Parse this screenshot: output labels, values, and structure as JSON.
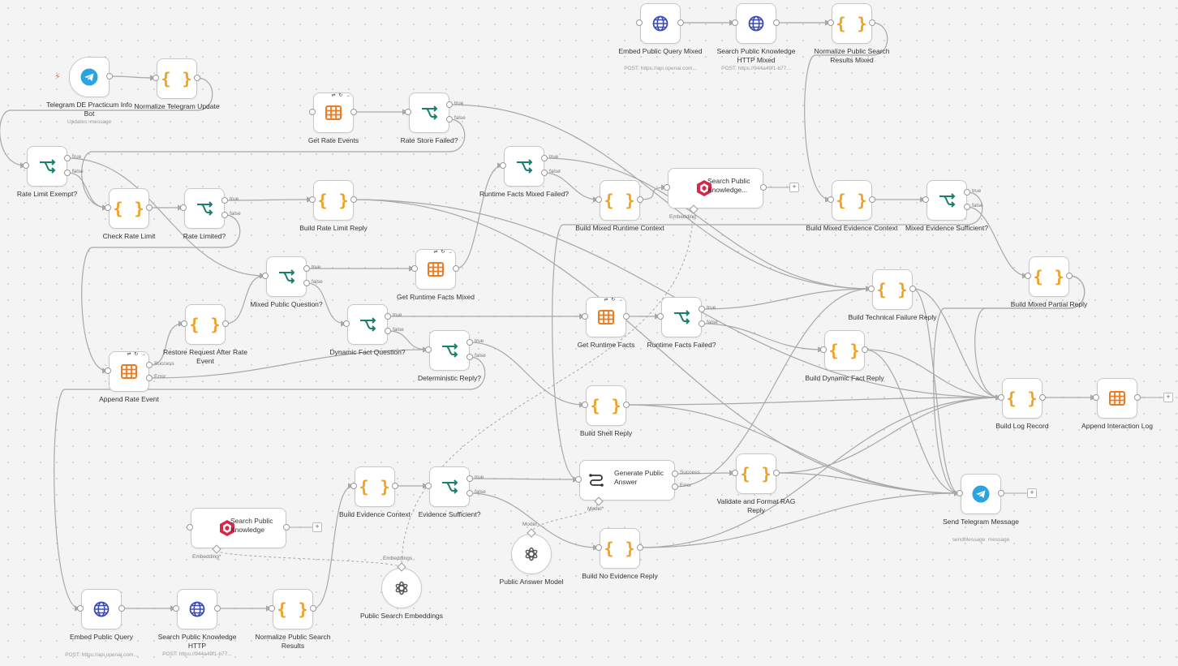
{
  "workflow": {
    "nodes": [
      {
        "id": "tg_trigger",
        "name": "Telegram DE Practicum Info Bot",
        "sub": "Updates: message",
        "icon": "telegram-icon",
        "kind": "trigger"
      },
      {
        "id": "norm_tg",
        "name": "Normalize Telegram Update",
        "icon": "code-icon"
      },
      {
        "id": "get_rate",
        "name": "Get Rate Events",
        "icon": "table-icon",
        "mini": true
      },
      {
        "id": "rate_store_failed",
        "name": "Rate Store Failed?",
        "icon": "if-icon",
        "kind": "if"
      },
      {
        "id": "rate_exempt",
        "name": "Rate Limit Exempt?",
        "icon": "if-icon",
        "kind": "if"
      },
      {
        "id": "check_rate",
        "name": "Check Rate Limit",
        "icon": "code-icon"
      },
      {
        "id": "rate_limited",
        "name": "Rate Limited?",
        "icon": "if-icon",
        "kind": "if"
      },
      {
        "id": "build_rate_reply",
        "name": "Build Rate Limit Reply",
        "icon": "code-icon"
      },
      {
        "id": "mixed_q",
        "name": "Mixed Public Question?",
        "icon": "if-icon",
        "kind": "if"
      },
      {
        "id": "get_rt_mixed",
        "name": "Get Runtime Facts Mixed",
        "icon": "table-icon",
        "mini": true
      },
      {
        "id": "restore_req",
        "name": "Restore Request After Rate Event",
        "icon": "code-icon"
      },
      {
        "id": "append_rate",
        "name": "Append Rate Event",
        "icon": "table-icon",
        "kind": "success_error",
        "mini": true
      },
      {
        "id": "dyn_fact",
        "name": "Dynamic Fact Question?",
        "icon": "if-icon",
        "kind": "if"
      },
      {
        "id": "determ",
        "name": "Deterministic Reply?",
        "icon": "if-icon",
        "kind": "if"
      },
      {
        "id": "rt_mixed_failed",
        "name": "Runtime Facts Mixed Failed?",
        "icon": "if-icon",
        "kind": "if"
      },
      {
        "id": "build_mixed_rt",
        "name": "Build Mixed Runtime Context",
        "icon": "code-icon"
      },
      {
        "id": "search_mixed_vec",
        "name": "Search Public Knowledge...",
        "icon": "vector-store-icon",
        "kind": "wide",
        "embedding": "Embedding"
      },
      {
        "id": "get_rt",
        "name": "Get Runtime Facts",
        "icon": "table-icon",
        "mini": true
      },
      {
        "id": "rt_failed",
        "name": "Runtime Facts Failed?",
        "icon": "if-icon",
        "kind": "if"
      },
      {
        "id": "build_shell",
        "name": "Build Shell Reply",
        "icon": "code-icon"
      },
      {
        "id": "embed_mixed",
        "name": "Embed Public Query Mixed",
        "sub": "POST: https://api.openai.com...",
        "icon": "globe-icon"
      },
      {
        "id": "search_http_mixed",
        "name": "Search Public Knowledge HTTP Mixed",
        "sub": "POST: https://944a49f1-b77...",
        "icon": "globe-icon"
      },
      {
        "id": "norm_search_mixed",
        "name": "Normalize Public Search Results Mixed",
        "icon": "code-icon"
      },
      {
        "id": "build_mixed_ev",
        "name": "Build Mixed Evidence Context",
        "icon": "code-icon"
      },
      {
        "id": "mixed_ev_suff",
        "name": "Mixed Evidence Sufficient?",
        "icon": "if-icon",
        "kind": "if"
      },
      {
        "id": "build_mixed_partial",
        "name": "Build Mixed Partial Reply",
        "icon": "code-icon"
      },
      {
        "id": "build_tech_fail",
        "name": "Build Technical Failure Reply",
        "icon": "code-icon"
      },
      {
        "id": "build_dyn_reply",
        "name": "Build Dynamic Fact Reply",
        "icon": "code-icon"
      },
      {
        "id": "build_log",
        "name": "Build Log Record",
        "icon": "code-icon"
      },
      {
        "id": "append_log",
        "name": "Append Interaction Log",
        "icon": "table-icon",
        "plus": true
      },
      {
        "id": "send_tg",
        "name": "Send Telegram Message",
        "sub": "sendMessage: message",
        "icon": "telegram-icon",
        "plus": true
      },
      {
        "id": "gen_answer",
        "name": "Generate Public Answer",
        "icon": "agent-icon",
        "kind": "agent",
        "model": "Model*"
      },
      {
        "id": "validate",
        "name": "Validate and Format RAG Reply",
        "icon": "code-icon"
      },
      {
        "id": "build_no_ev",
        "name": "Build No Evidence Reply",
        "icon": "code-icon"
      },
      {
        "id": "answer_model",
        "name": "Public Answer Model",
        "icon": "openai-icon",
        "kind": "circle",
        "top_label": "Model"
      },
      {
        "id": "build_ev_ctx",
        "name": "Build Evidence Context",
        "icon": "code-icon"
      },
      {
        "id": "ev_suff",
        "name": "Evidence Sufficient?",
        "icon": "if-icon",
        "kind": "if"
      },
      {
        "id": "search_vec",
        "name": "Search Public Knowledge",
        "icon": "vector-store-icon",
        "kind": "wide",
        "embedding": "Embedding*"
      },
      {
        "id": "search_emb",
        "name": "Public Search Embeddings",
        "icon": "openai-icon",
        "kind": "circle",
        "top_label": "Embeddings"
      },
      {
        "id": "embed_q",
        "name": "Embed Public Query",
        "sub": "POST: https://api.openai.com...",
        "icon": "globe-icon"
      },
      {
        "id": "search_http",
        "name": "Search Public Knowledge HTTP",
        "sub": "POST: https://944a49f1-b77...",
        "icon": "globe-icon"
      },
      {
        "id": "norm_search",
        "name": "Normalize Public Search Results",
        "icon": "code-icon"
      }
    ],
    "port_labels": {
      "true": "true",
      "false": "false",
      "success": "Success",
      "error": "Error"
    },
    "colors": {
      "if": "#1a7f6e",
      "code": "#f0a020",
      "table": "#f07a20",
      "globe": "#3b4bb8",
      "telegram": "#2ba3df",
      "vector": "#d9274a",
      "edge": "#a8a8a8"
    }
  }
}
